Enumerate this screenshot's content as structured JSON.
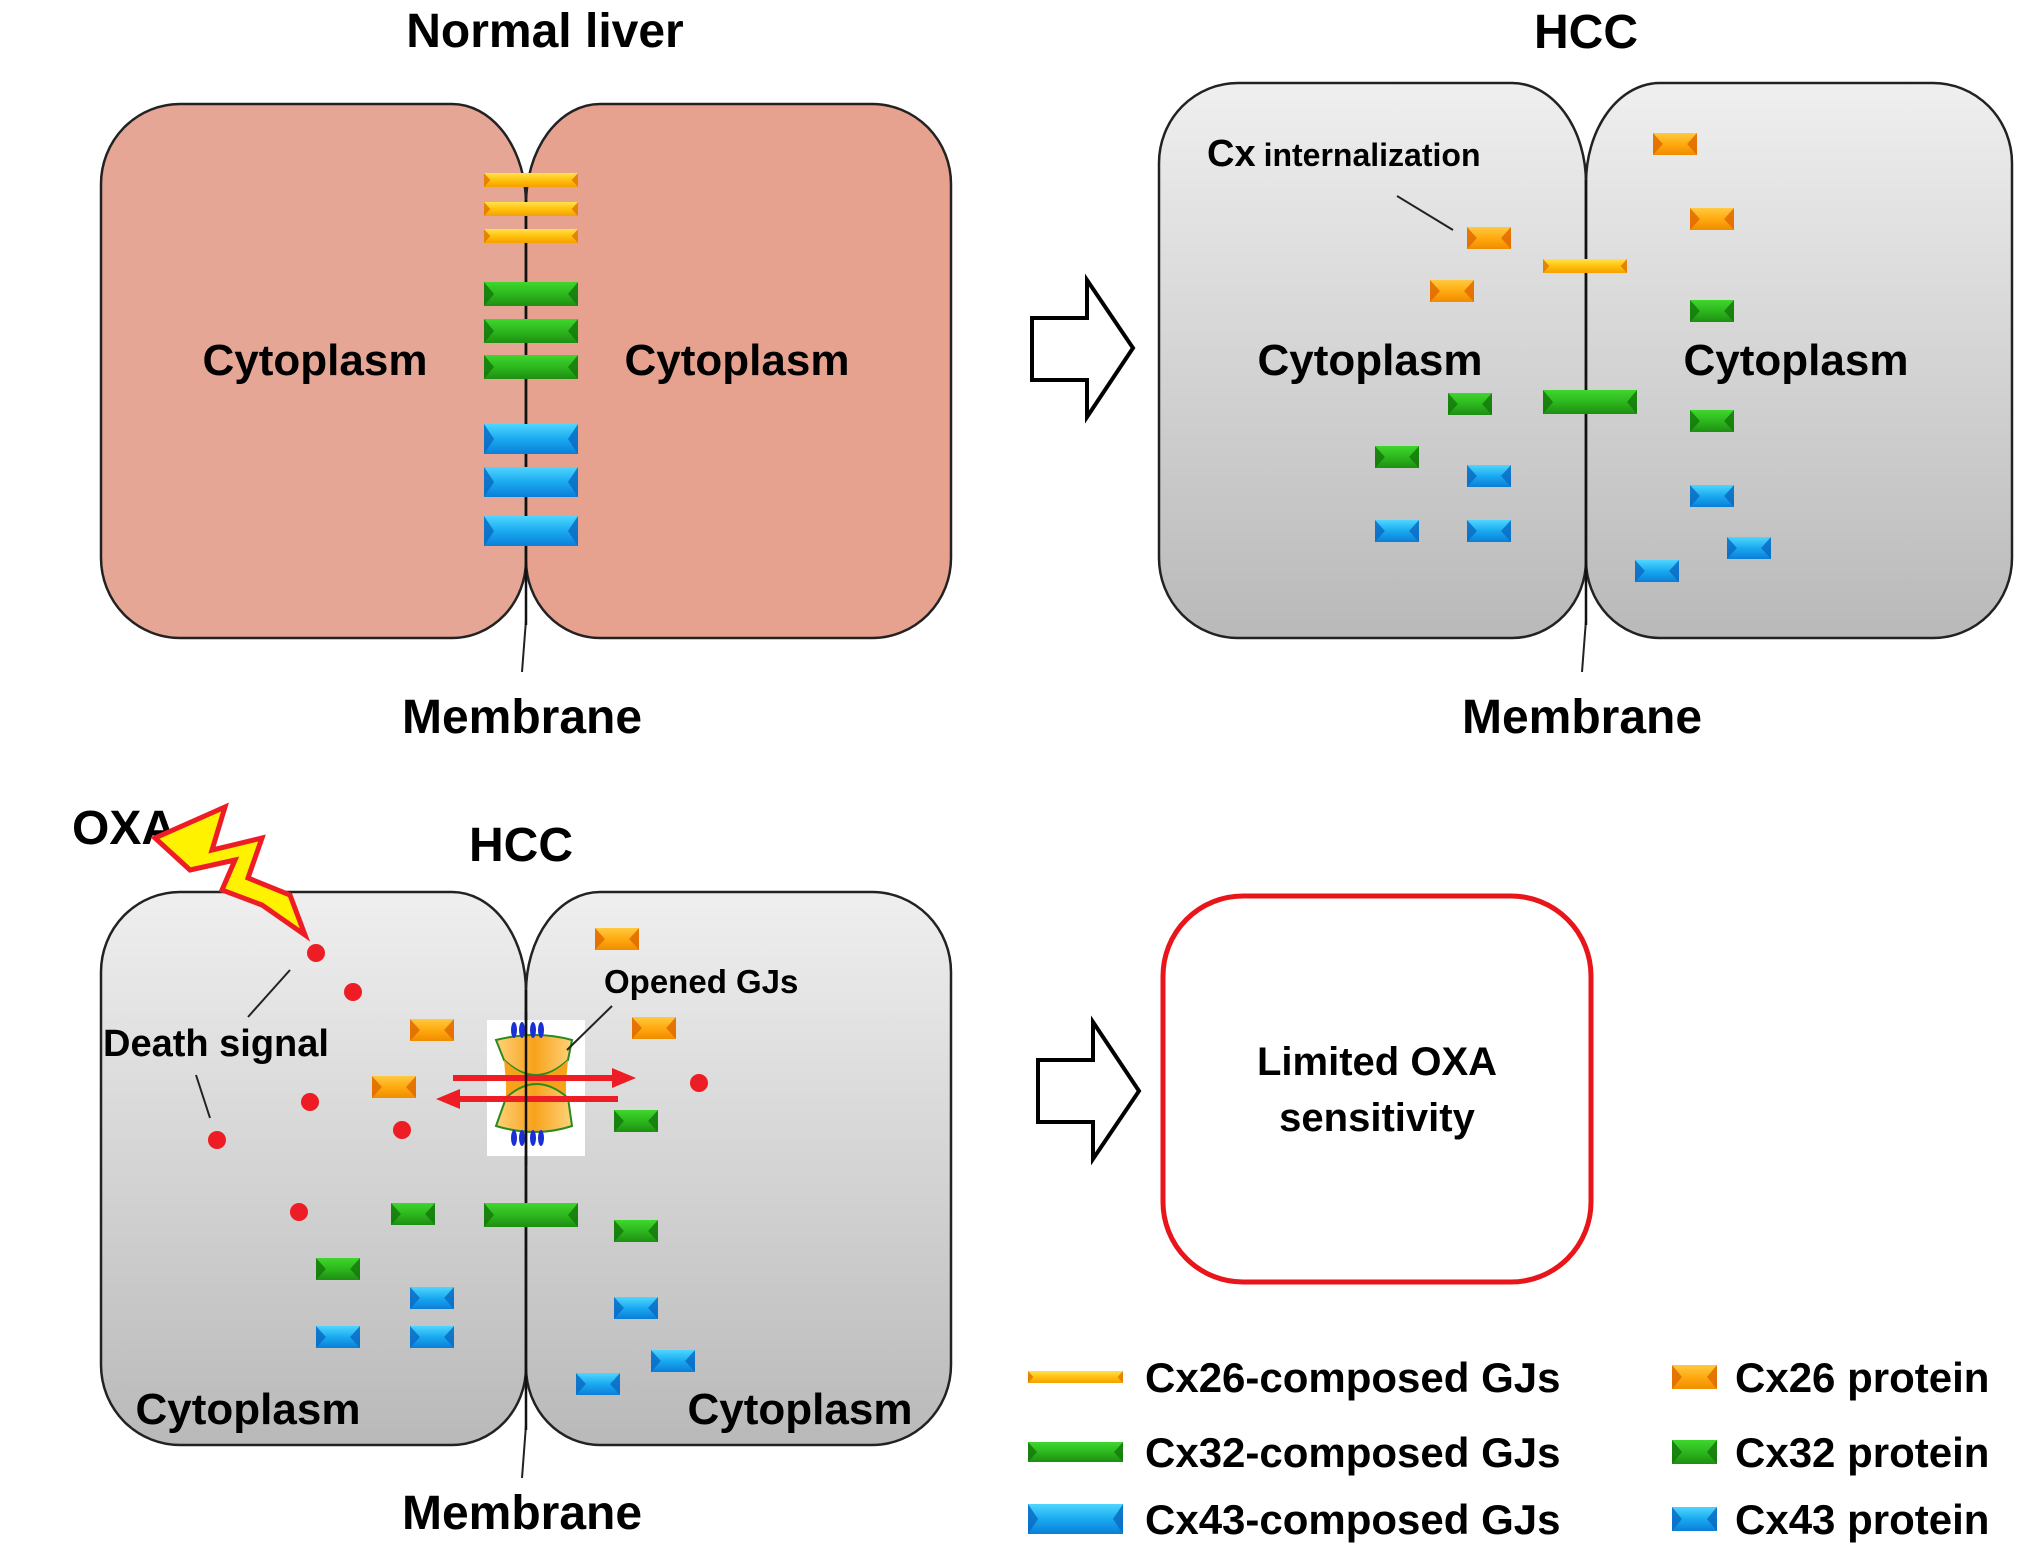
{
  "panels": {
    "normal": {
      "title": "Normal liver",
      "left_label": "Cytoplasm",
      "right_label": "Cytoplasm",
      "membrane_label": "Membrane",
      "cell_fill_left": "#E5A696",
      "cell_fill_right": "#E6A28F"
    },
    "hcc": {
      "title": "HCC",
      "annotation": "Cx internalization",
      "annotation_prefix": "Cx",
      "annotation_suffix": "internalization",
      "left_label": "Cytoplasm",
      "right_label": "Cytoplasm",
      "membrane_label": "Membrane"
    },
    "hcc_oxa": {
      "title": "HCC",
      "drug_label": "OXA",
      "death_signal_label": "Death signal",
      "gj_label": "Opened GJs",
      "left_label": "Cytoplasm",
      "right_label": "Cytoplasm",
      "membrane_label": "Membrane"
    },
    "outcome": {
      "line1": "Limited OXA",
      "line2": "sensitivity",
      "border_color": "#E8161B"
    }
  },
  "legend": {
    "items": [
      {
        "label": "Cx26-composed GJs",
        "kind": "gj",
        "color": "cx26"
      },
      {
        "label": "Cx32-composed GJs",
        "kind": "gj",
        "color": "cx32"
      },
      {
        "label": "Cx43-composed GJs",
        "kind": "gj",
        "color": "cx43"
      },
      {
        "label": "Cx26 protein",
        "kind": "protein",
        "color": "cx26"
      },
      {
        "label": "Cx32 protein",
        "kind": "protein",
        "color": "cx32"
      },
      {
        "label": "Cx43 protein",
        "kind": "protein",
        "color": "cx43"
      }
    ]
  },
  "colors": {
    "cx26_gj": "#FFC20E",
    "cx26_protein": "#FFA500",
    "cx32": "#2DB81E",
    "cx43": "#1AAAF0",
    "death_signal": "#EE1C24",
    "arrow_red": "#EE1C24",
    "bolt_fill": "#FFF200",
    "bolt_stroke": "#EE1C24"
  }
}
